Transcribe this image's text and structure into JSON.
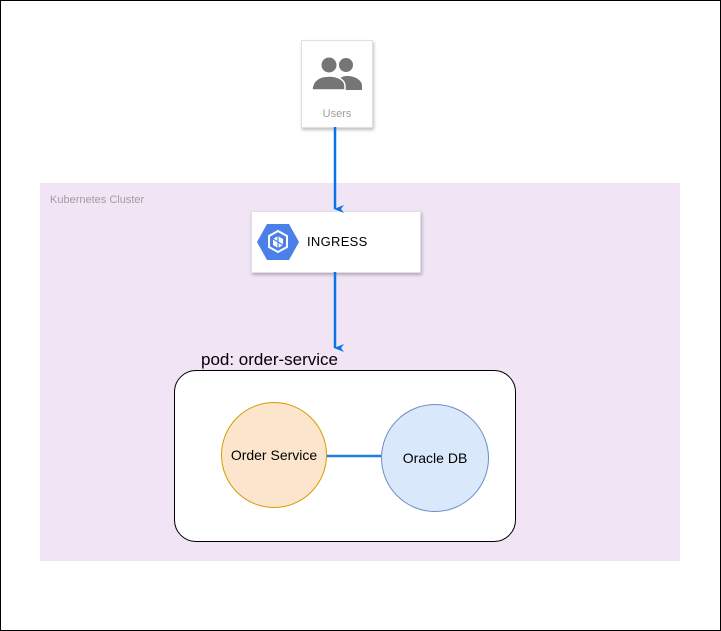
{
  "diagram": {
    "cluster_label": "Kubernetes Cluster",
    "users_label": "Users",
    "ingress_label": "INGRESS",
    "pod_label": "pod: order-service",
    "order_service_label": "Order Service",
    "oracle_db_label": "Oracle DB"
  },
  "colors": {
    "cluster_bg": "#f1e4f4",
    "arrow": "#0b72e7",
    "connector": "#1a7fe0",
    "order_fill": "#fce5cd",
    "order_stroke": "#d79b00",
    "db_fill": "#dae8fc",
    "db_stroke": "#6c8ebf",
    "ingress_icon": "#4a80e8",
    "users_icon": "#757575"
  },
  "icons": {
    "users": "users-group-icon",
    "ingress": "kubernetes-engine-icon"
  }
}
